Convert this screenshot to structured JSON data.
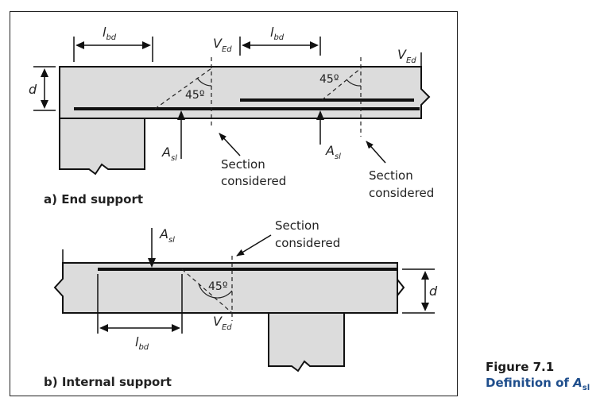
{
  "labels": {
    "lbd": "l",
    "lbd_sub": "bd",
    "ved": "V",
    "ved_sub": "Ed",
    "asl": "A",
    "asl_sub": "sl",
    "d": "d",
    "angle": "45º",
    "section_line1": "Section",
    "section_line2": "considered"
  },
  "panels": {
    "a_title": "a) End support",
    "b_title": "b) Internal support"
  },
  "caption": {
    "figure_number": "Figure 7.1",
    "title_text": "Definition of ",
    "title_symbol": "A",
    "title_sub": "sl"
  }
}
